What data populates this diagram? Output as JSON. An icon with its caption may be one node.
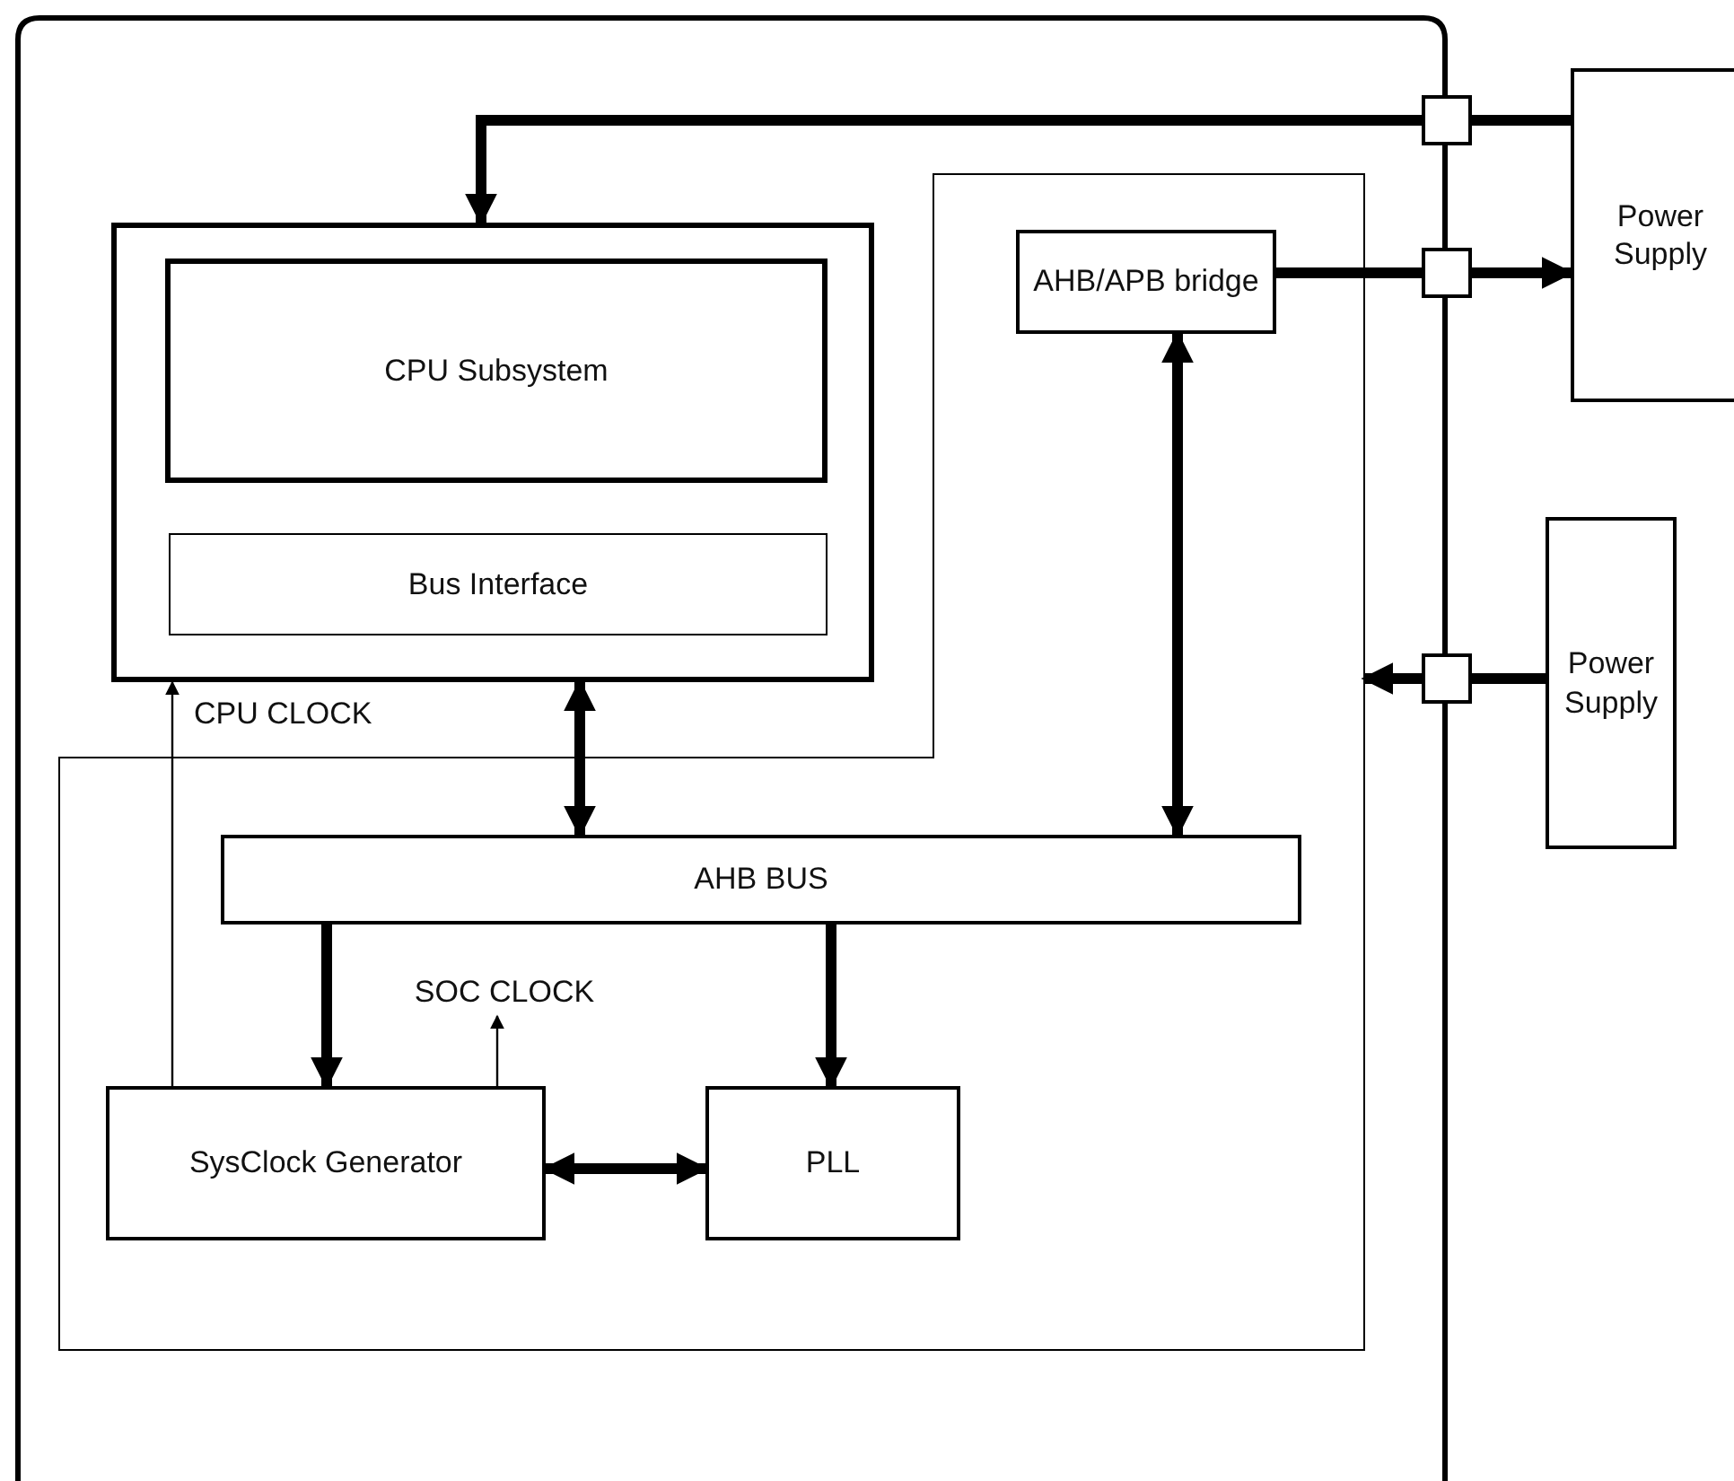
{
  "diagram": {
    "nodes": [
      {
        "text": [],
        "shape": "box"
      },
      {
        "text": [],
        "shape": "box",
        "in": 0
      },
      {
        "text": [],
        "shape": "box",
        "in": 0
      },
      {
        "text": [
          "CPU Subsystem"
        ],
        "in": 2
      },
      {
        "text": [
          "Bus Interface"
        ],
        "in": 2
      },
      {
        "text": [
          "AHB/APB bridge"
        ],
        "in": 1
      },
      {
        "text": [
          "AHB BUS"
        ],
        "in": 1
      },
      {
        "text": [
          "SysClock Generator"
        ],
        "in": 1
      },
      {
        "text": [
          "PLL"
        ],
        "in": 1
      },
      {
        "text": [
          "Power Supply"
        ]
      },
      {
        "text": [
          "Power Supply"
        ]
      },
      {
        "text": [],
        "shape": "box"
      },
      {
        "text": [],
        "shape": "box"
      },
      {
        "text": [],
        "shape": "box"
      },
      {
        "text": [
          "SOC CLOCK"
        ],
        "in": 1
      }
    ],
    "edges": [
      {
        "from": 9,
        "to": 11,
        "arrow": "none"
      },
      {
        "from": 11,
        "to": 2,
        "arrow": "to"
      },
      {
        "from": 5,
        "to": 12,
        "arrow": "none"
      },
      {
        "from": 12,
        "to": 9,
        "arrow": "to"
      },
      {
        "from": 10,
        "to": 13,
        "arrow": "none"
      },
      {
        "from": 13,
        "to": 1,
        "arrow": "to"
      },
      {
        "from": 2,
        "to": 6,
        "arrow": "both"
      },
      {
        "from": 5,
        "to": 6,
        "arrow": "both"
      },
      {
        "from": 6,
        "to": 7,
        "arrow": "to"
      },
      {
        "from": 6,
        "to": 8,
        "arrow": "to"
      },
      {
        "from": 7,
        "to": 8,
        "arrow": "both"
      },
      {
        "from": 7,
        "to": 2,
        "arrow": "to",
        "label": "CPU CLOCK"
      },
      {
        "from": 7,
        "to": 14,
        "arrow": "to"
      }
    ]
  }
}
